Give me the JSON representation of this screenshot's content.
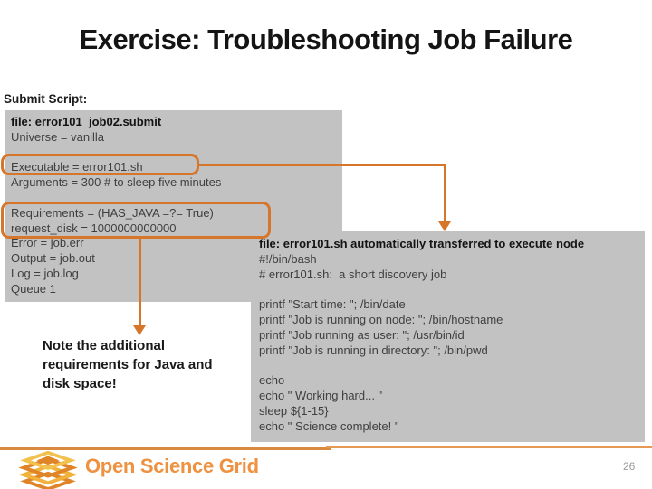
{
  "slide": {
    "title": "Exercise: Troubleshooting Job Failure",
    "section_label": "Submit Script:",
    "page_number": "26"
  },
  "submit_script": {
    "header": "file: error101_job02.submit",
    "lines": [
      "Universe = vanilla",
      "",
      "Executable = error101.sh",
      "Arguments = 300 # to sleep five minutes",
      "",
      "Requirements = (HAS_JAVA =?= True)",
      "request_disk = 1000000000000",
      "Error = job.err",
      "Output = job.out",
      "Log = job.log",
      "Queue 1"
    ]
  },
  "shell_script": {
    "header": "file: error101.sh automatically transferred to execute node",
    "lines": [
      "#!/bin/bash",
      "# error101.sh:  a short discovery job",
      "",
      "printf \"Start time: \"; /bin/date",
      "printf \"Job is running on node: \"; /bin/hostname",
      "printf \"Job running as user: \"; /usr/bin/id",
      "printf \"Job is running in directory: \"; /bin/pwd",
      "",
      "echo",
      "echo \" Working hard... \"",
      "sleep ${1-15}",
      "echo \" Science complete! \""
    ]
  },
  "note": {
    "line1": "Note the additional",
    "line2": "requirements for Java and",
    "line3": "disk space!"
  },
  "footer": {
    "logo_text": "Open Science Grid",
    "logo_icon": "osg-layers-icon"
  },
  "colors": {
    "accent_orange": "#d6762b",
    "code_block_gray": "#c2c2c2",
    "logo_orange": "#ee9140",
    "footer_rule_orange": "#d98a3f"
  }
}
